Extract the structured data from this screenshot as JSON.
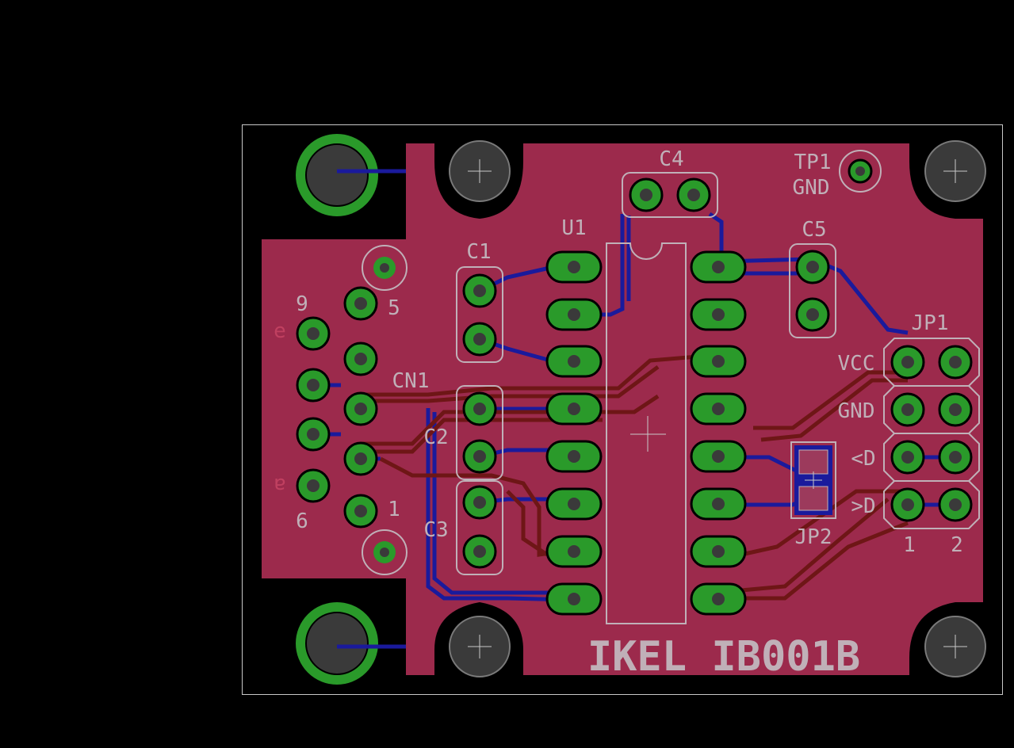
{
  "colors": {
    "background": "#000000",
    "copper_fill": "#9c2a4c",
    "board_outline": "#c8c8c8",
    "silkscreen": "#c0b0b8",
    "pad": "#2a9a2a",
    "trace_top": "#8a2020",
    "trace_bottom": "#2020a0",
    "via_fill": "#d0d0d0"
  },
  "labels": {
    "c1": "C1",
    "c2": "C2",
    "c3": "C3",
    "c4": "C4",
    "c5": "C5",
    "u1": "U1",
    "cn1": "CN1",
    "tp1": "TP1",
    "tp1_net": "GND",
    "jp1": "JP1",
    "jp2": "JP2",
    "pin_9": "9",
    "pin_5": "5",
    "pin_6": "6",
    "pin_1": "1",
    "jp1_col_1": "1",
    "jp1_col_2": "2",
    "vcc": "VCC",
    "gnd": "GND",
    "data_in": "<D",
    "data_out": ">D",
    "board_name": "IKEL IB001B",
    "mirror_e": "e",
    "mirror_a": "a"
  },
  "icons": [
    "mounting-hole-icon",
    "pad-icon",
    "via-icon",
    "crosshair-icon"
  ]
}
